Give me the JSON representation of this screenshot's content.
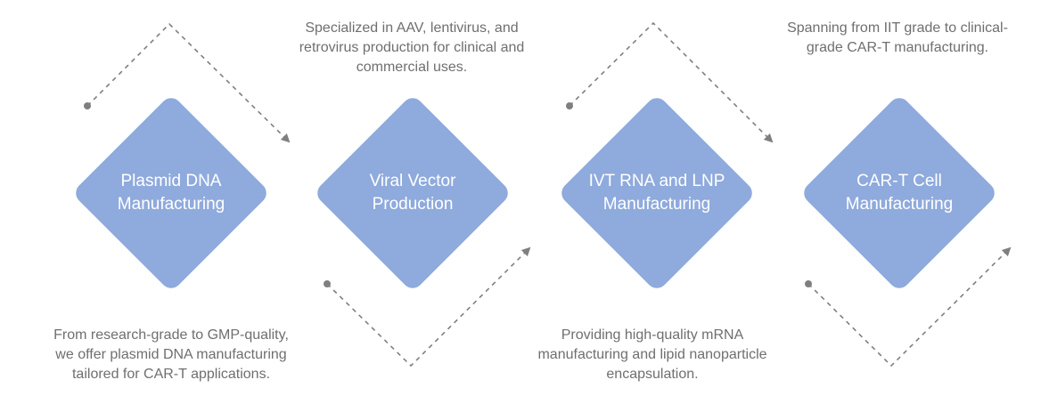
{
  "steps": [
    {
      "title_lines": [
        "Plasmid DNA",
        "Manufacturing"
      ],
      "description_lines": [
        "From research-grade to GMP-quality,",
        "we offer plasmid DNA manufacturing",
        "tailored for CAR-T applications."
      ]
    },
    {
      "title_lines": [
        "Viral Vector",
        "Production"
      ],
      "description_lines": [
        "Specialized in AAV, lentivirus, and",
        "retrovirus production for clinical and",
        "commercial uses."
      ]
    },
    {
      "title_lines": [
        "IVT RNA and LNP",
        "Manufacturing"
      ],
      "description_lines": [
        "Providing high-quality mRNA",
        "manufacturing and lipid nanoparticle",
        "encapsulation."
      ]
    },
    {
      "title_lines": [
        "CAR-T Cell",
        "Manufacturing"
      ],
      "description_lines": [
        "Spanning from IIT grade to clinical-",
        "grade CAR-T manufacturing."
      ]
    }
  ],
  "colors": {
    "diamond_fill": "#8faadc",
    "diamond_text": "#ffffff",
    "description_text": "#6f6f6f",
    "connector": "#7f7f7f"
  }
}
